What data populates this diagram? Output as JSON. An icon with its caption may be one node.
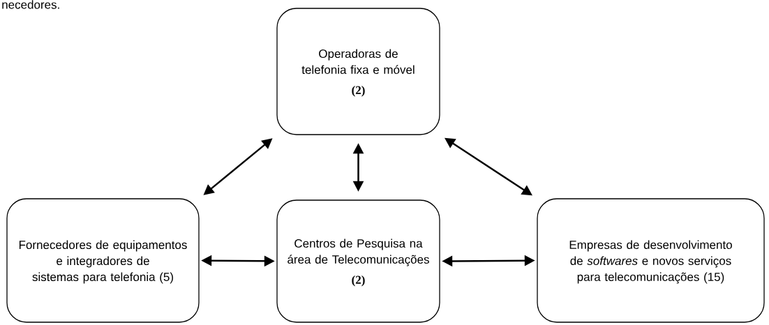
{
  "diagram": {
    "nodes": [
      {
        "text": [
          "Operadoras de telefonia fixa e móvel",
          "(2)"
        ]
      },
      {
        "text": [
          "Fornecedores de equipamentos e integradores de sistemas para telefonia (5)"
        ]
      },
      {
        "text": [
          "Centros de Pesquisa na área de Telecomunicações",
          "(2)"
        ]
      },
      {
        "text": [
          "Empresas de desenvolvimento de *softwares* e novos serviços para telecomunicações (15)"
        ]
      }
    ],
    "edges": [
      {
        "from": 1,
        "to": 0,
        "arrow": "both"
      },
      {
        "from": 2,
        "to": 0,
        "arrow": "both"
      },
      {
        "from": 3,
        "to": 0,
        "arrow": "both"
      },
      {
        "from": 1,
        "to": 2,
        "arrow": "both"
      },
      {
        "from": 2,
        "to": 3,
        "arrow": "both"
      }
    ],
    "labels": [
      "necedores."
    ]
  }
}
